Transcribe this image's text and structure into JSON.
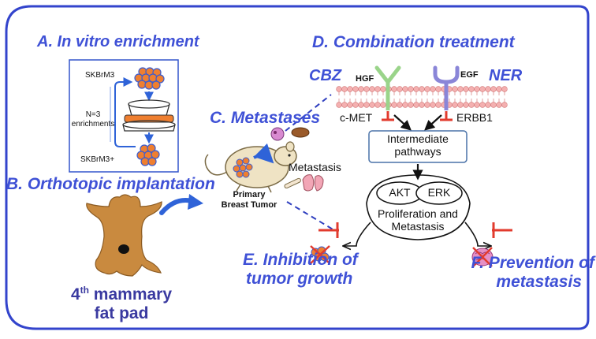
{
  "panels": {
    "a": {
      "title": "A. In vitro enrichment",
      "cell_top": "SKBrM3",
      "cycle_line1": "N=3",
      "cycle_line2": "enrichments",
      "cell_bottom": "SKBrM3+"
    },
    "b": {
      "title": "B. Orthotopic implantation",
      "site_prefix": "4",
      "site_sup": "th",
      "site_rest": " mammary",
      "site_line2": "fat pad"
    },
    "c": {
      "title": "C. Metastases",
      "tumor_line1": "Primary",
      "tumor_line2": "Breast Tumor",
      "metastasis": "Metastasis"
    },
    "d": {
      "title": "D. Combination treatment",
      "drug_left": "CBZ",
      "drug_right": "NER",
      "ligand_left": "HGF",
      "ligand_right": "EGF",
      "receptor_left": "c-MET",
      "receptor_right": "ERBB1",
      "intermediate_line1": "Intermediate",
      "intermediate_line2": "pathways",
      "node_akt": "AKT",
      "node_erk": "ERK",
      "outcome_line1": "Proliferation and",
      "outcome_line2": "Metastasis"
    },
    "e": {
      "title_line1": "E. Inhibition of",
      "title_line2": "tumor growth"
    },
    "f": {
      "title_line1": "F. Prevention of",
      "title_line2": "metastasis"
    }
  },
  "colors": {
    "title": "#3f51d6",
    "frame": "#3344cc",
    "arrow_blue": "#2f63d8",
    "inhibit_red": "#e23b2e",
    "mouse_brown": "#c98a3f",
    "cell_orange": "#f07f2f",
    "receptor_green": "#9ad48a",
    "receptor_purple": "#8a86d8"
  }
}
